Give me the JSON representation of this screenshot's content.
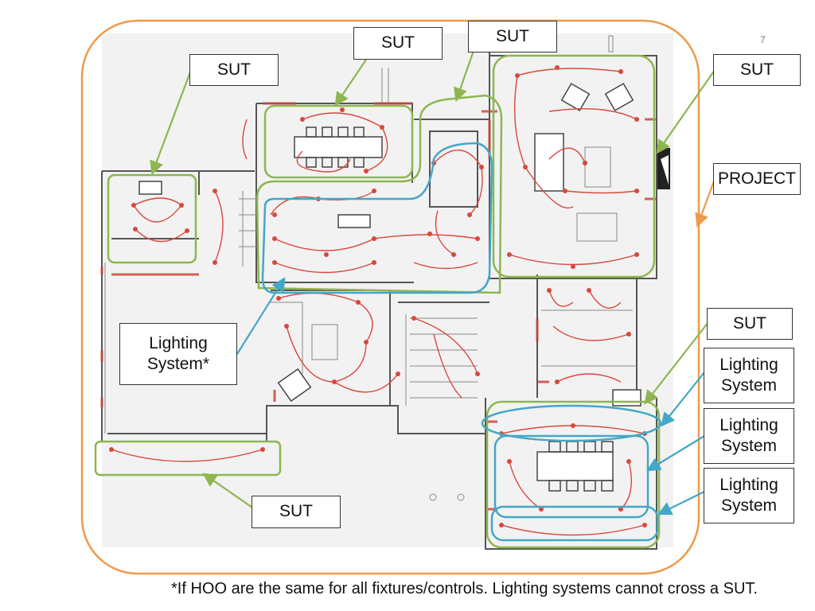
{
  "page_number": "7",
  "footnote": "*If HOO are the same for all fixtures/controls. Lighting systems cannot cross a SUT.",
  "labels": {
    "sut_kitchen": "SUT",
    "sut_dining": "SUT",
    "sut_hall": "SUT",
    "sut_living": "SUT",
    "project": "PROJECT",
    "lighting_system_star": "Lighting\nSystem*",
    "sut_office": "SUT",
    "lighting_system_1": "Lighting\nSystem",
    "lighting_system_2": "Lighting\nSystem",
    "lighting_system_3": "Lighting\nSystem",
    "sut_bottom": "SUT"
  },
  "colors": {
    "project_outline": "#ee9a4d",
    "sut_outline": "#8db650",
    "lighting_outline": "#43a7c7",
    "circuit": "#d9473c",
    "plan_ink": "#555555"
  }
}
